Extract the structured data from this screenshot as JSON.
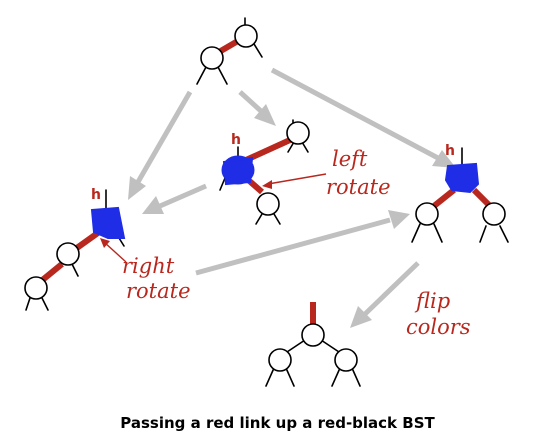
{
  "labels": {
    "h_marker": "h",
    "left_rotate_line1": "left",
    "left_rotate_line2": "rotate",
    "right_rotate_line1": "right",
    "right_rotate_line2": "rotate",
    "flip_colors_line1": "flip",
    "flip_colors_line2": "colors"
  },
  "caption": "Passing a red link up a red-black BST",
  "colors": {
    "red_link": "#b8281e",
    "label_red": "#b8281e",
    "arrow_gray": "#c0c0c0",
    "highlight_blue": "#1f2de6"
  }
}
